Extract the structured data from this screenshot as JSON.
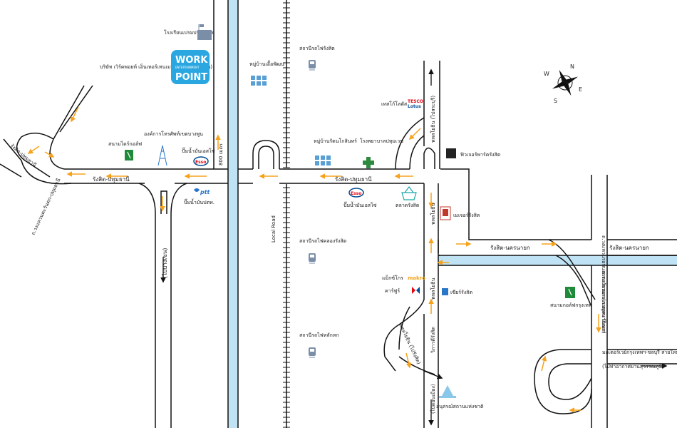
{
  "map": {
    "roads": {
      "rangsit_pathum_left": "รังสิต-ปทุมธานี",
      "rangsit_pathum_mid": "รังสิต-ปทุมธานี",
      "rangsit_nakhon_left": "รังสิต-นครนายก",
      "rangsit_nakhon_right": "รังสิต-นครนายก",
      "kanchanaphisek_left": "ถ.วงแหวนตะวันตก-ปทุมธานี",
      "bang_phun_south": "(ไปบางเขน)",
      "phahonyothin_north": "พหลโยธิน (ไปสระบุรี)",
      "phahonyothin_mid": "พหลโยธิน",
      "phahonyothin_lower": "พหลโยธิน",
      "phahonyothin_curve": "พหลโยธิน (ไปรังสิต)",
      "vibhavadi": "วิภาวดีรังสิต",
      "bang_khen_bottom": "(ไปดอนเมือง)",
      "local_road": "Local Road",
      "ring_east": "ถ.วงแหวนรอบนอกตะวันออก (กาญจนาภิเษก)",
      "outer_ring_bangpa": "ถ.วงแหวนรอบนอกตะวันออก",
      "motorway_label": "มอเตอร์เวย์กรุงเทพฯ-ชลบุรี สายใหม่",
      "to_suvarnabhumi": "(ไปท่าอากาศยานสุวรรณภูมิ)",
      "distance": "800 เมตร"
    },
    "places": {
      "school": "โรงเรียนเปรมประชากร",
      "workpoint_company": "บริษัท เวิร์คพอยท์ เอ็นเทอร์เทนเมนท์ จำกัด (มหาชน)",
      "logo_work": "WORK",
      "logo_ent": "ENTERTAINMENT",
      "logo_point": "POINT",
      "village_top": "หมู่บ้านเอื้อพัฒนา",
      "rangsit_station": "สถานีรถไฟรังสิต",
      "tesco": "เทสโก้โลตัส",
      "tesco_logo_a": "TESCO",
      "tesco_logo_b": "Lotus",
      "golf_left": "สนามไดร์กอล์ฟ",
      "tower": "องค์การโทรศัพท์เขตบางพูน",
      "esso_left": "ปั๊มน้ำมันเอสโซ่",
      "ptt": "ปั๊มน้ำมันปตท.",
      "village_mid": "หมู่บ้านรัตนโกสินทร์",
      "hospital": "โรงพยาบาลปทุมเวช",
      "future_park": "ฟิวเจอร์พาร์ครังสิต",
      "esso_mid": "ปั๊มน้ำมันเอสโซ่",
      "market": "ตลาดรังสิต",
      "major": "เมเจอร์รังสิต",
      "khlong_station": "สถานีรถไฟคลองรังสิต",
      "makro": "แม็กซ์โกร",
      "makro_logo": "makro",
      "carrefour": "คาร์ฟูร์",
      "zeer": "เซียร์รังสิต",
      "golf_right": "สนามกอล์ฟกรุงเทพ",
      "lak_hok_station": "สถานีรถไฟหลักหก",
      "monument": "อนุสรณ์สถานแห่งชาติ"
    },
    "compass": {
      "n": "N",
      "s": "S",
      "e": "E",
      "w": "W"
    },
    "icons": [
      "school-icon",
      "train-icon",
      "village-icon",
      "golf-icon",
      "tower-icon",
      "esso-logo",
      "ptt-logo",
      "hospital-cross-icon",
      "market-basket-icon",
      "cinema-icon",
      "monument-icon",
      "compass-rose"
    ],
    "colors": {
      "canal": "#bfe3f5",
      "canal_edge": "#1a1a1a",
      "arrow": "#f7a21b",
      "workpoint": "#2aa7e1",
      "esso_red": "#e30613",
      "esso_blue": "#004b93",
      "village_blue": "#5a9fd4",
      "golf_green": "#1f8b3a",
      "hospital_green": "#2d8a3e"
    }
  }
}
